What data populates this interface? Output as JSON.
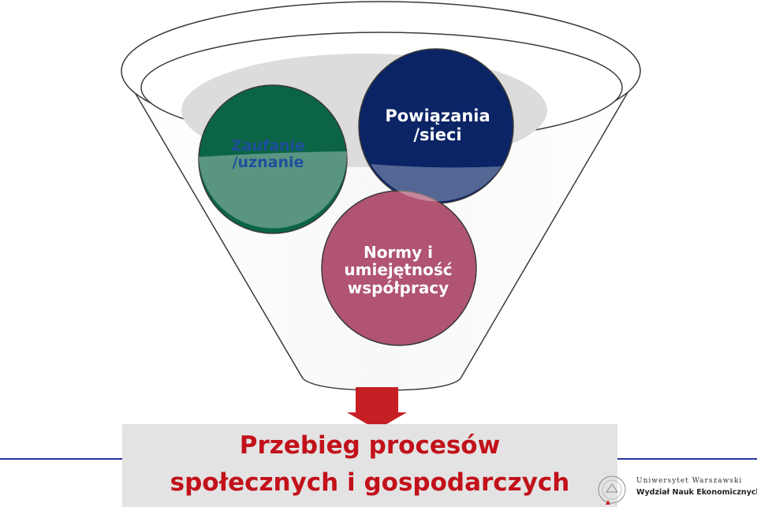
{
  "circles": {
    "trust": {
      "label_line1": "Zaufanie",
      "label_line2": "/uznanie",
      "color": "#0b6446"
    },
    "networks": {
      "label_line1": "Powiązania",
      "label_line2": "/sieci",
      "color": "#0a2466"
    },
    "norms": {
      "label_line1": "Normy i",
      "label_line2": "umiejętność",
      "label_line3": "współpracy",
      "color": "#b05472"
    }
  },
  "result": {
    "line1": "Przebieg procesów",
    "line2": "społecznych i gospodarczych",
    "text_color": "#c2111a"
  },
  "arrow": {
    "color": "#c62026"
  },
  "accent_line_color": "#26359a",
  "logo": {
    "line1": "Uniwersytet Warszawski",
    "line2": "Wydział Nauk Ekonomicznych",
    "icon": "university-seal-icon"
  }
}
